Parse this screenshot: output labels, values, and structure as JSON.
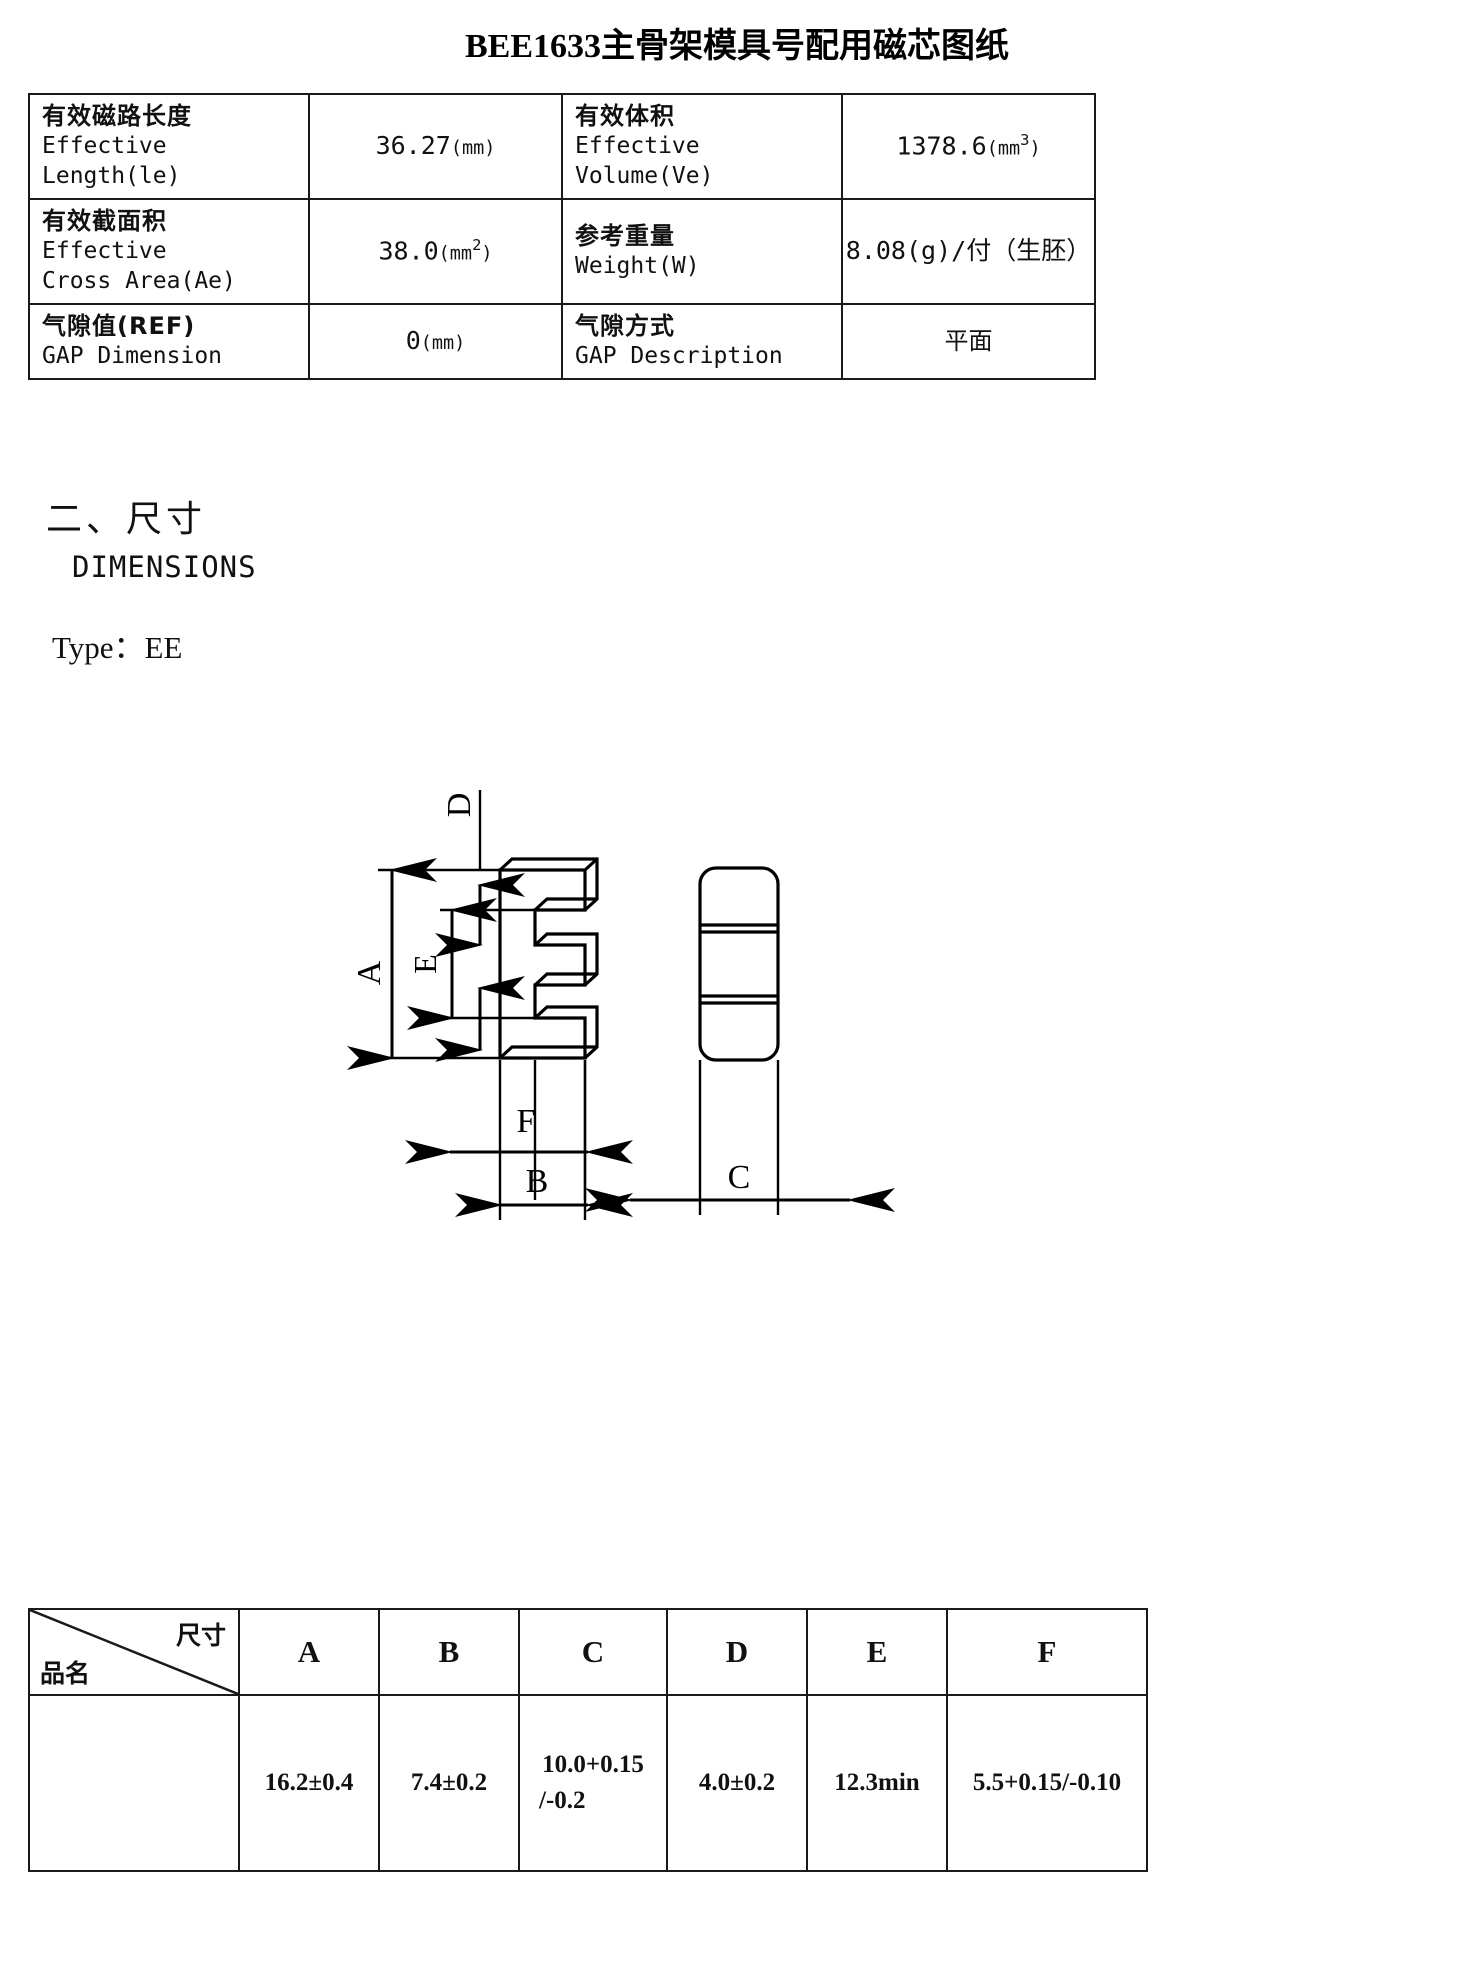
{
  "document": {
    "title": "BEE1633主骨架模具号配用磁芯图纸"
  },
  "properties_table": {
    "rows": [
      {
        "label_cn": "有效磁路长度",
        "label_en_1": "Effective",
        "label_en_2": "Length(le)",
        "value": "36.27",
        "unit": "(mm)",
        "label2_cn": "有效体积",
        "label2_en_1": "Effective",
        "label2_en_2": "Volume(Ve)",
        "value2": "1378.6",
        "unit2": "(mm",
        "unit2_sup": "3",
        "unit2_end": ")"
      },
      {
        "label_cn": "有效截面积",
        "label_en_1": "Effective",
        "label_en_2": "Cross Area(Ae)",
        "value": "38.0",
        "unit": "(mm",
        "unit_sup": "2",
        "unit_end": ")",
        "label2_cn": "参考重量",
        "label2_en_1": "Weight(W)",
        "label2_en_2": "",
        "value2": "8.08(g)/付（生胚）"
      },
      {
        "label_cn": "气隙值(REF)",
        "label_en_1": "GAP Dimension",
        "label_en_2": "",
        "value": "0",
        "unit": "(mm)",
        "label2_cn": "气隙方式",
        "label2_en_1": "GAP Description",
        "label2_en_2": "",
        "value2": "平面"
      }
    ]
  },
  "section": {
    "heading": "二、尺寸",
    "subheading": "DIMENSIONS",
    "type_line": "Type：EE"
  },
  "drawing": {
    "labels": {
      "a": "A",
      "b": "B",
      "c": "C",
      "d": "D",
      "e": "E",
      "f": "F"
    }
  },
  "dimensions_table": {
    "corner_top_right": "尺寸",
    "corner_bottom_left": "品名",
    "headers": [
      "A",
      "B",
      "C",
      "D",
      "E",
      "F"
    ],
    "row": {
      "name": "",
      "values": [
        {
          "text": "16.2±0.4",
          "color": "#111111",
          "lines": [
            "16.2±0.4"
          ]
        },
        {
          "text": "7.4±0.2",
          "color": "#111111",
          "lines": [
            "7.4±0.2"
          ]
        },
        {
          "text": "10.0+0.15/-0.2",
          "color": "#9B1B20",
          "lines": [
            "10.0+0.15",
            "/-0.2"
          ]
        },
        {
          "text": "4.0±0.2",
          "color": "#111111",
          "lines": [
            "4.0±0.2"
          ]
        },
        {
          "text": "12.3min",
          "color": "#111111",
          "lines": [
            "12.3min"
          ]
        },
        {
          "text": "5.5+0.15/-0.10",
          "color": "#9B1B20",
          "lines": [
            "5.5+0.15/-0.10"
          ]
        }
      ]
    }
  },
  "colors": {
    "red_accent": "#9B1B20",
    "ink": "#111111",
    "border": "#1a1a1a"
  }
}
